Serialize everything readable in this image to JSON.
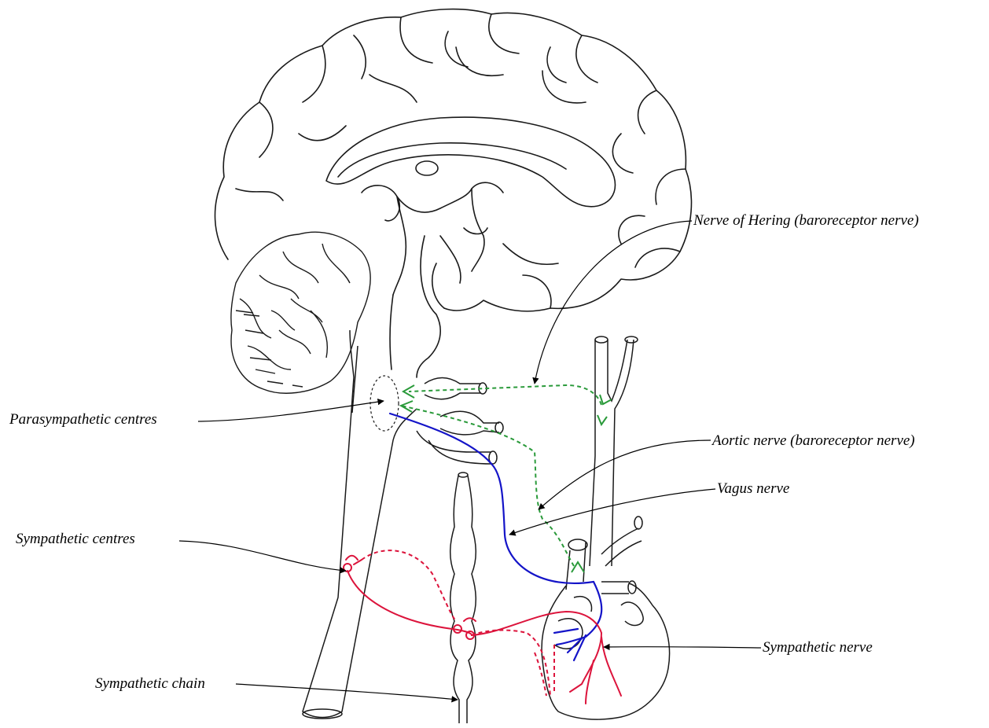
{
  "labels": {
    "nerve_of_hering": "Nerve of Hering (baroreceptor nerve)",
    "parasympathetic_centres": "Parasympathetic centres",
    "aortic_nerve": "Aortic nerve (baroreceptor nerve)",
    "vagus_nerve": "Vagus nerve",
    "sympathetic_centres": "Sympathetic centres",
    "sympathetic_nerve": "Sympathetic nerve",
    "sympathetic_chain": "Sympathetic chain"
  },
  "colors": {
    "outline": "#1a1a1a",
    "baroreceptor": "#2a9a3a",
    "vagus": "#1414c8",
    "sympathetic": "#dc143c",
    "background": "#ffffff"
  }
}
